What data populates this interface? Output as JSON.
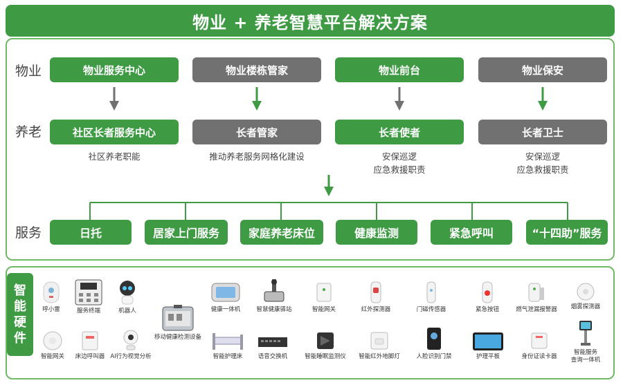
{
  "title": "物业 + 养老智慧平台解决方案",
  "rows": {
    "property": "物业",
    "elderly": "养老",
    "service": "服务"
  },
  "columns": [
    {
      "top": "物业服务中心",
      "bottom": "社区长者服务中心",
      "desc": [
        "社区养老职能"
      ]
    },
    {
      "top": "物业楼栋管家",
      "bottom": "长者管家",
      "desc": [
        "推动养老服务网格化建设"
      ]
    },
    {
      "top": "物业前台",
      "bottom": "长者使者",
      "desc": [
        "安保巡逻",
        "应急救援职责"
      ]
    },
    {
      "top": "物业保安",
      "bottom": "长者卫士",
      "desc": [
        "安保巡逻",
        "应急救援职责"
      ]
    }
  ],
  "services": [
    "日托",
    "居家上门服务",
    "家庭养老床位",
    "健康监测",
    "紧急呼叫",
    "“十四助”服务"
  ],
  "hardware_label": "智能硬件",
  "devices": [
    "呼小雷",
    "服务终端",
    "机器人",
    "移动健康检测设备",
    "健康一体机",
    "智慧健康驿站",
    "智能网关",
    "红外探测器",
    "门磁传感器",
    "紧急按钮",
    "燃气泄漏报警器",
    "烟雾探测器",
    "智能网关",
    "床边呼叫器",
    "AI行为视觉分析",
    "智能护理床",
    "语音交换机",
    "智能睡眠监测仪",
    "智能红外地脚灯",
    "人脸识别门禁",
    "护理平板",
    "身份证读卡器",
    "智能服务",
    "查询一体机"
  ],
  "colors": {
    "green": "#3e9b44",
    "gray": "#717171",
    "border": "#6dba62"
  }
}
